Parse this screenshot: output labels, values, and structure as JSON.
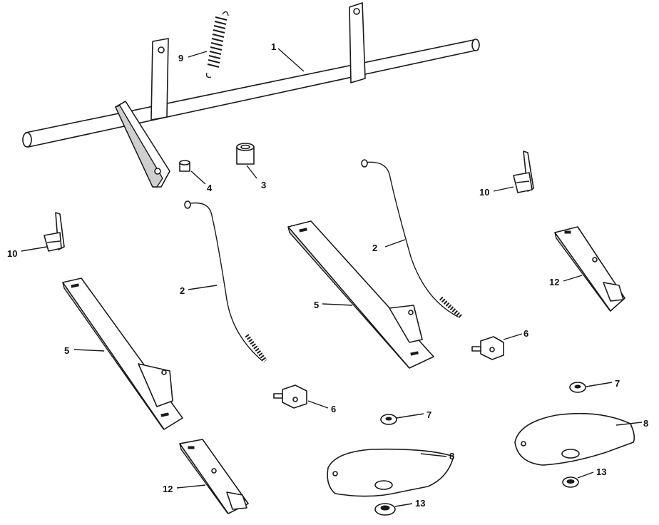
{
  "callouts": [
    {
      "id": "shaft",
      "text": "1"
    },
    {
      "id": "rod_left",
      "text": "2"
    },
    {
      "id": "rod_right",
      "text": "2"
    },
    {
      "id": "spacer_large",
      "text": "3"
    },
    {
      "id": "spacer_small",
      "text": "4"
    },
    {
      "id": "bar_left",
      "text": "5"
    },
    {
      "id": "bar_center",
      "text": "5"
    },
    {
      "id": "block_left",
      "text": "6"
    },
    {
      "id": "block_right",
      "text": "6"
    },
    {
      "id": "washer_left",
      "text": "7"
    },
    {
      "id": "washer_right",
      "text": "7"
    },
    {
      "id": "shoe_left",
      "text": "8"
    },
    {
      "id": "shoe_right",
      "text": "8"
    },
    {
      "id": "spring",
      "text": "9"
    },
    {
      "id": "bracket_left",
      "text": "10"
    },
    {
      "id": "bracket_right",
      "text": "10"
    },
    {
      "id": "plate_bottom",
      "text": "12"
    },
    {
      "id": "plate_right",
      "text": "12"
    },
    {
      "id": "nut_left",
      "text": "13"
    },
    {
      "id": "nut_right",
      "text": "13"
    }
  ]
}
